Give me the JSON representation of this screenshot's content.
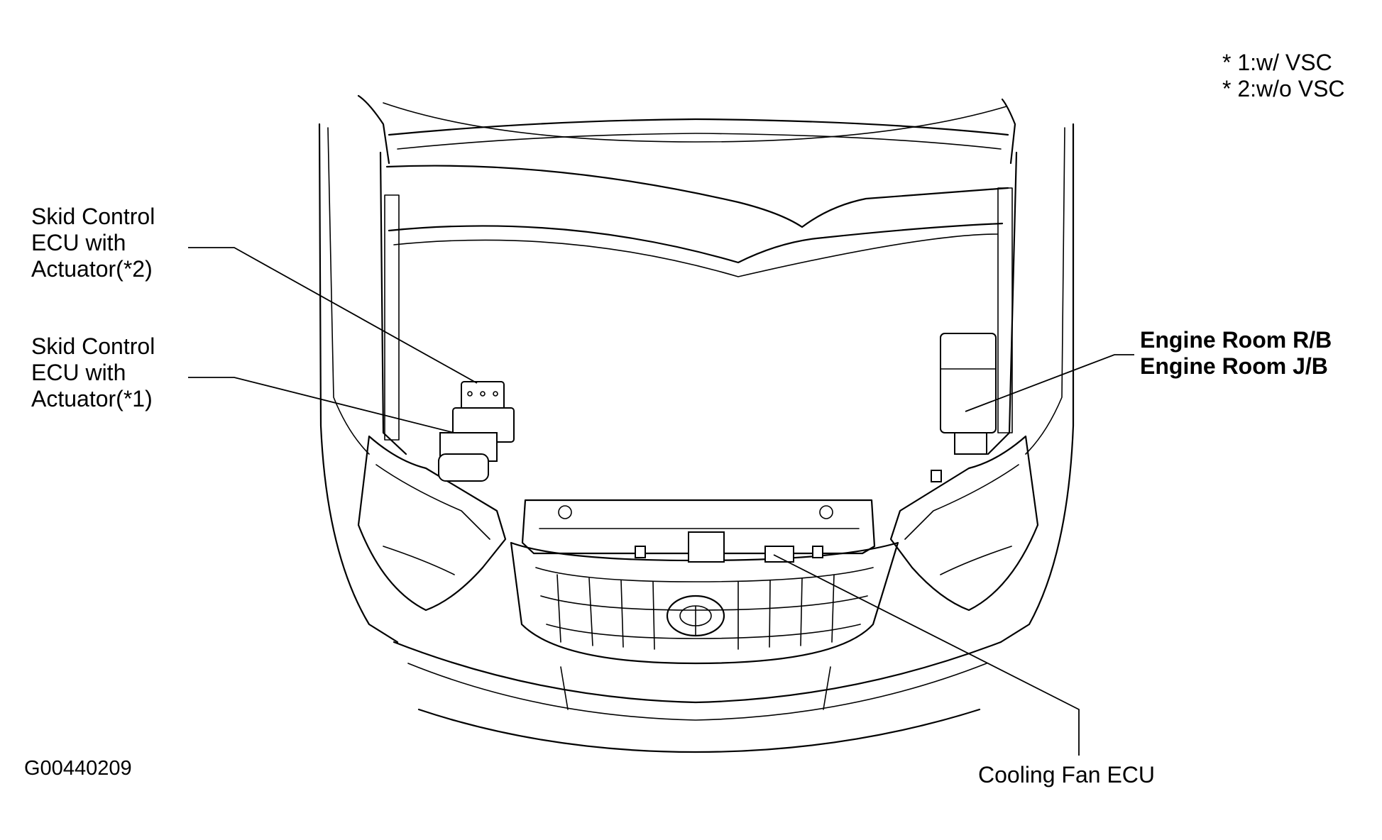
{
  "notes": {
    "note1": "* 1:w/ VSC",
    "note2": "* 2:w/o VSC"
  },
  "labels": {
    "skid_control_ecu_2": [
      "Skid Control",
      "ECU with",
      "Actuator(*2)"
    ],
    "skid_control_ecu_1": [
      "Skid Control",
      "ECU with",
      "Actuator(*1)"
    ],
    "engine_room": [
      "Engine Room R/B",
      "Engine Room J/B"
    ],
    "cooling_fan_ecu": "Cooling Fan ECU"
  },
  "figure_id": "G00440209"
}
